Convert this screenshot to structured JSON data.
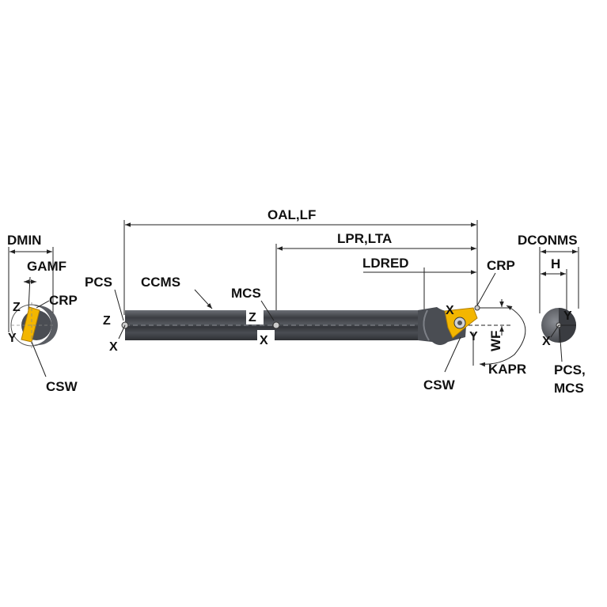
{
  "colors": {
    "bar_dark": "#3e4046",
    "bar_mid": "#5a5d63",
    "bar_light": "#7d8087",
    "insert_yellow": "#f3b600",
    "insert_dark": "#b07d00",
    "dim_line": "#222222"
  },
  "left_view": {
    "dmin": "DMIN",
    "gamf": "GAMF",
    "crp": "CRP",
    "z": "Z",
    "y": "Y",
    "csw": "CSW"
  },
  "main_view": {
    "oal_lf": "OAL,LF",
    "lpr_lta": "LPR,LTA",
    "ldred": "LDRED",
    "pcs": "PCS",
    "ccms": "CCMS",
    "mcs": "MCS",
    "z_left": "Z",
    "x_left": "X",
    "z_mid": "Z",
    "x_mid": "X"
  },
  "tip_view": {
    "crp": "CRP",
    "x": "X",
    "y": "Y",
    "csw": "CSW",
    "wf": "WF",
    "kapr": "KAPR"
  },
  "end_view": {
    "dconms": "DCONMS",
    "h": "H",
    "y": "Y",
    "x": "X",
    "pcs_line1": "PCS,",
    "pcs_line2": "MCS"
  }
}
